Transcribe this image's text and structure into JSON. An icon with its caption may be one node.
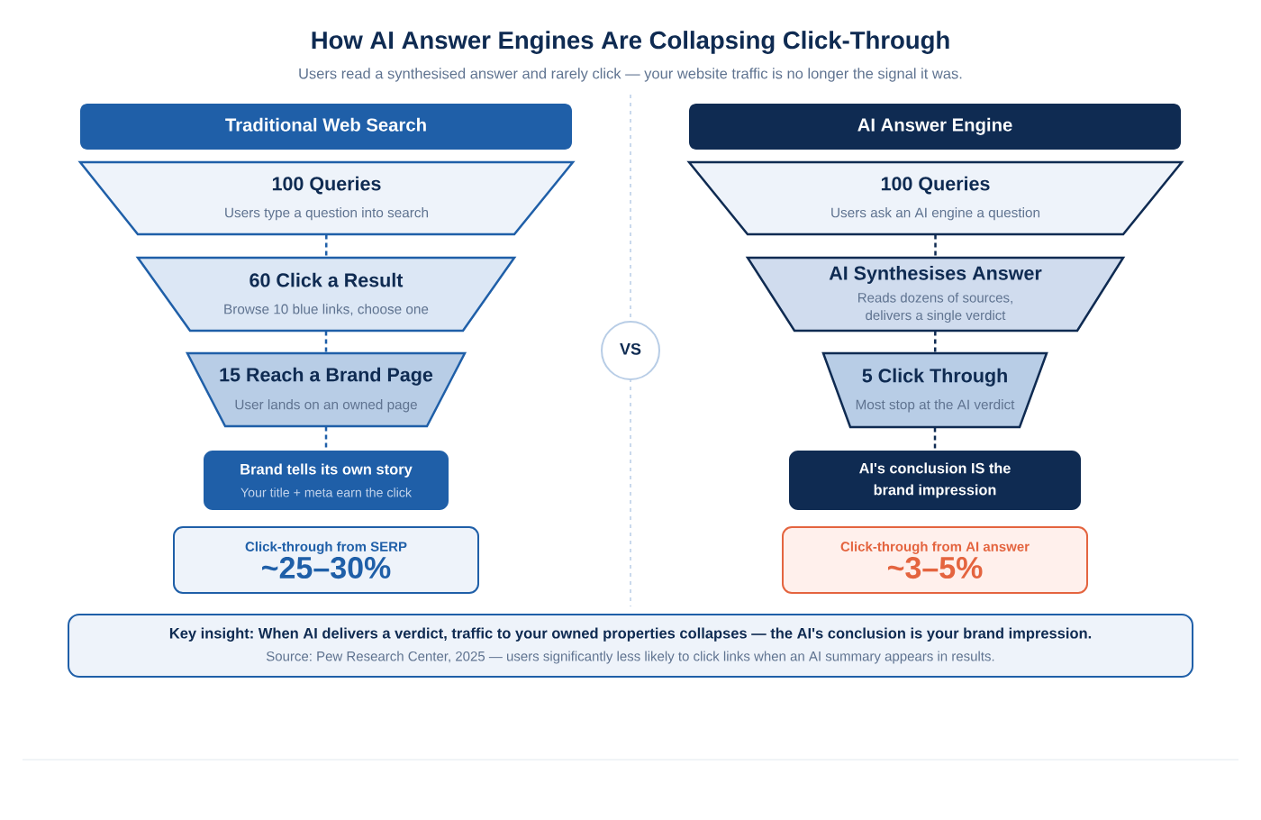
{
  "diagram": {
    "title": "How AI Answer Engines Are Collapsing Click-Through",
    "nodes": [
      {
        "text": [
          "Traditional Web Search"
        ]
      },
      {
        "text": [
          "100 Queries",
          "Users type a question into search"
        ]
      },
      {
        "text": [
          "60 Click a Result",
          "Browse 10 blue links, choose one"
        ]
      },
      {
        "text": [
          "15 Reach a Brand Page",
          "User lands on an owned page"
        ]
      },
      {
        "text": [
          "Brand tells its own story",
          "Your title + meta earn the click"
        ]
      },
      {
        "text": [
          "Click-through from SERP",
          "~25–30%"
        ]
      },
      {
        "text": [
          "VS"
        ]
      },
      {
        "text": [
          "AI Answer Engine"
        ]
      },
      {
        "text": [
          "100 Queries",
          "Users ask an AI engine a question"
        ]
      },
      {
        "text": [
          "AI Synthesises Answer",
          "Reads dozens of sources, delivers a single verdict"
        ]
      },
      {
        "text": [
          "5 Click Through",
          "Most stop at the AI verdict"
        ]
      },
      {
        "text": [
          "AI's conclusion IS the brand impression"
        ]
      },
      {
        "text": [
          "Click-through from AI answer",
          "~3–5%"
        ]
      },
      {
        "text": [
          "Key insight: When AI delivers a verdict, traffic to your owned properties collapses — the AI's conclusion is your brand impression.",
          "Source: Pew Research Center, 2025 — users significantly less likely to click links when an AI summary appears in results."
        ]
      }
    ],
    "edges": [
      {
        "from": 1,
        "to": 2,
        "arrow": "none",
        "style": "dashed"
      },
      {
        "from": 2,
        "to": 3,
        "arrow": "none",
        "style": "dashed"
      },
      {
        "from": 3,
        "to": 4,
        "arrow": "none",
        "style": "dashed"
      },
      {
        "from": 8,
        "to": 9,
        "arrow": "none",
        "style": "dashed",
        "color": "#0f2b52"
      },
      {
        "from": 9,
        "to": 10,
        "arrow": "none",
        "style": "dashed",
        "color": "#0f2b52"
      },
      {
        "from": 10,
        "to": 11,
        "arrow": "none",
        "style": "dashed",
        "color": "#0f2b52"
      }
    ],
    "labels": [
      "Users read a synthesised answer and rarely click — your website traffic is no longer the signal it was."
    ]
  }
}
